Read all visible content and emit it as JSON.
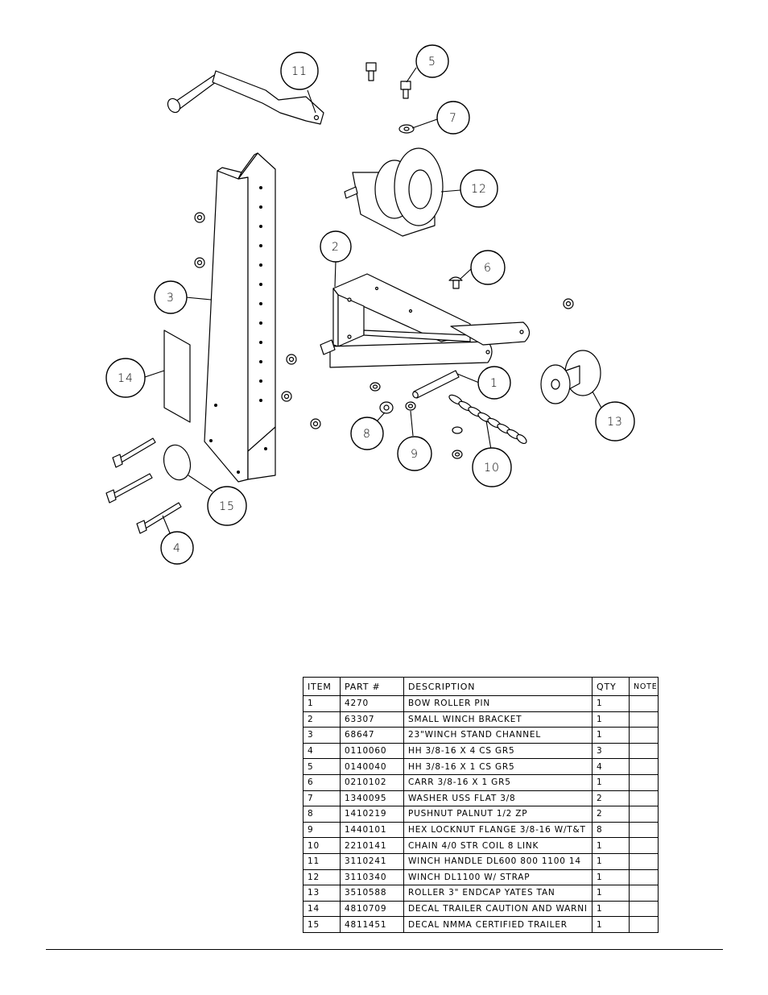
{
  "callouts": [
    "1",
    "2",
    "3",
    "4",
    "5",
    "6",
    "7",
    "8",
    "9",
    "10",
    "11",
    "12",
    "13",
    "14",
    "15"
  ],
  "table": {
    "headers": {
      "item": "ITEM",
      "part": "PART #",
      "desc": "DESCRIPTION",
      "qty": "QTY",
      "note": "NOTE"
    },
    "rows": [
      {
        "item": "1",
        "part": "4270",
        "desc": "BOW ROLLER PIN",
        "qty": "1",
        "note": ""
      },
      {
        "item": "2",
        "part": "63307",
        "desc": "SMALL WINCH BRACKET",
        "qty": "1",
        "note": ""
      },
      {
        "item": "3",
        "part": "68647",
        "desc": "23\"WINCH STAND CHANNEL",
        "qty": "1",
        "note": ""
      },
      {
        "item": "4",
        "part": "0110060",
        "desc": "HH 3/8-16 X 4 CS GR5",
        "qty": "3",
        "note": ""
      },
      {
        "item": "5",
        "part": "0140040",
        "desc": "HH 3/8-16 X 1 CS GR5",
        "qty": "4",
        "note": ""
      },
      {
        "item": "6",
        "part": "0210102",
        "desc": "CARR 3/8-16 X 1 GR5",
        "qty": "1",
        "note": ""
      },
      {
        "item": "7",
        "part": "1340095",
        "desc": "WASHER USS FLAT 3/8",
        "qty": "2",
        "note": ""
      },
      {
        "item": "8",
        "part": "1410219",
        "desc": "PUSHNUT PALNUT 1/2 ZP",
        "qty": "2",
        "note": ""
      },
      {
        "item": "9",
        "part": "1440101",
        "desc": "HEX LOCKNUT FLANGE 3/8-16 W/T&T",
        "qty": "8",
        "note": ""
      },
      {
        "item": "10",
        "part": "2210141",
        "desc": "CHAIN 4/0 STR COIL 8 LINK",
        "qty": "1",
        "note": ""
      },
      {
        "item": "11",
        "part": "3110241",
        "desc": "WINCH HANDLE   DL600 800 1100 14",
        "qty": "1",
        "note": ""
      },
      {
        "item": "12",
        "part": "3110340",
        "desc": "WINCH DL1100 W/ STRAP",
        "qty": "1",
        "note": ""
      },
      {
        "item": "13",
        "part": "3510588",
        "desc": "ROLLER 3\" ENDCAP YATES TAN",
        "qty": "1",
        "note": ""
      },
      {
        "item": "14",
        "part": "4810709",
        "desc": "DECAL TRAILER CAUTION AND WARNI",
        "qty": "1",
        "note": ""
      },
      {
        "item": "15",
        "part": "4811451",
        "desc": " DECAL NMMA CERTIFIED TRAILER",
        "qty": "1",
        "note": ""
      }
    ]
  }
}
